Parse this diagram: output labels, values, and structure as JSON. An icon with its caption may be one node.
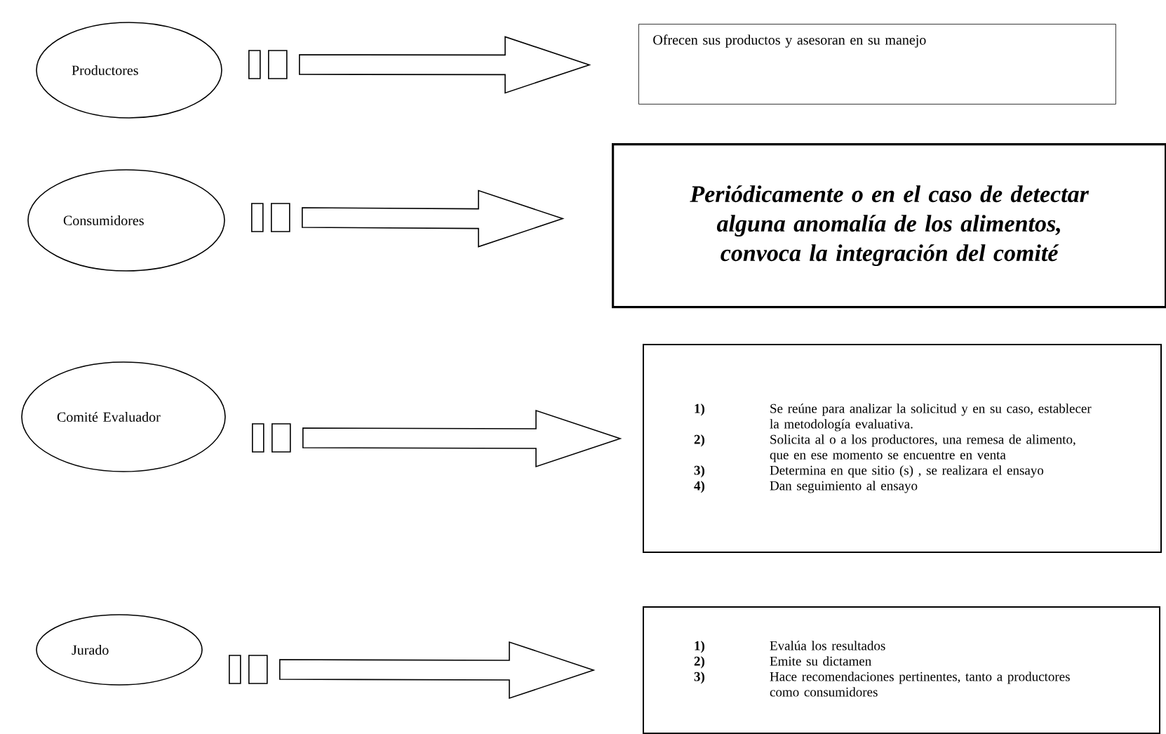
{
  "diagram": {
    "nodes": [
      {
        "text": [
          "Productores"
        ]
      },
      {
        "text": [
          "Ofrecen sus productos y asesoran en su manejo"
        ]
      },
      {
        "text": [
          "Consumidores"
        ]
      },
      {
        "text": [
          "Periódicamente o en el caso de detectar alguna anomalía de los alimentos, convoca la integración del comité"
        ]
      },
      {
        "text": [
          "Comité Evaluador"
        ]
      },
      {
        "text": [
          "1)",
          "Se reúne para analizar la solicitud y en su caso, establecer la metodología evaluativa.",
          "2)",
          "Solicita al o a los productores, una remesa de alimento, que en ese momento se encuentre en venta",
          "3)",
          "Determina en que sitio (s) , se realizara el ensayo",
          "4)",
          "Dan seguimiento al ensayo"
        ]
      },
      {
        "text": [
          "Jurado"
        ]
      },
      {
        "text": [
          "1)",
          "Evalúa los resultados",
          "2)",
          "Emite su dictamen",
          "3)",
          "Hace recomendaciones pertinentes, tanto a productores como consumidores"
        ]
      }
    ],
    "edges": [
      {
        "from": 0,
        "to": 1,
        "arrow": "to"
      },
      {
        "from": 2,
        "to": 3,
        "arrow": "to"
      },
      {
        "from": 4,
        "to": 5,
        "arrow": "to"
      },
      {
        "from": 6,
        "to": 7,
        "arrow": "to"
      }
    ]
  }
}
